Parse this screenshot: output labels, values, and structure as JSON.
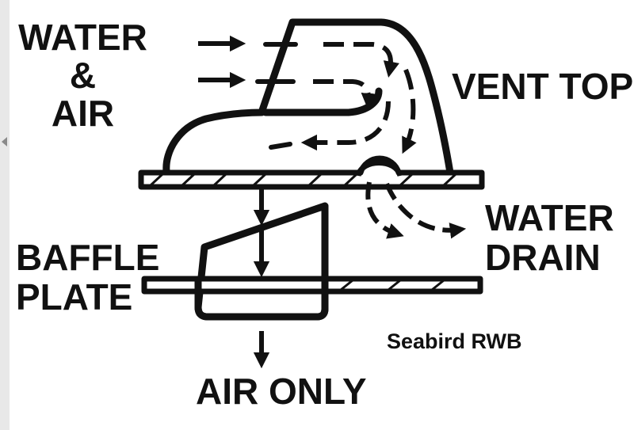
{
  "labels": {
    "water_line1": "WATER",
    "water_line2": "&",
    "water_line3": "AIR",
    "vent_top": "VENT TOP",
    "water_drain_line1": "WATER",
    "water_drain_line2": "DRAIN",
    "baffle_line1": "BAFFLE",
    "baffle_line2": "PLATE",
    "credit": "Seabird RWB",
    "air_only": "AIR ONLY"
  },
  "colors": {
    "ink": "#111111",
    "background": "#ffffff",
    "left_bar": "#e8e8e8"
  }
}
